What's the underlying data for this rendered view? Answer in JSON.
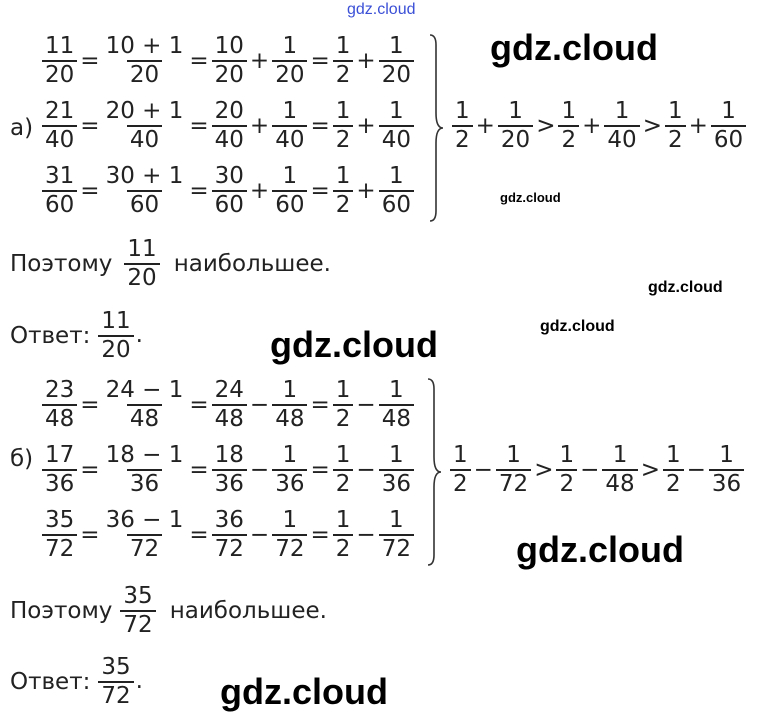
{
  "watermark": "gdz.cloud",
  "watermark_top_color": "#3a4fd6",
  "part_a": {
    "label": "а)",
    "rows": [
      [
        {
          "n": "11",
          "d": "20"
        },
        "=",
        {
          "n": "10 + 1",
          "d": "20"
        },
        "=",
        {
          "n": "10",
          "d": "20"
        },
        "+",
        {
          "n": "1",
          "d": "20"
        },
        "=",
        {
          "n": "1",
          "d": "2"
        },
        "+",
        {
          "n": "1",
          "d": "20"
        }
      ],
      [
        {
          "n": "21",
          "d": "40"
        },
        "=",
        {
          "n": "20 + 1",
          "d": "40"
        },
        "=",
        {
          "n": "20",
          "d": "40"
        },
        "+",
        {
          "n": "1",
          "d": "40"
        },
        "=",
        {
          "n": "1",
          "d": "2"
        },
        "+",
        {
          "n": "1",
          "d": "40"
        }
      ],
      [
        {
          "n": "31",
          "d": "60"
        },
        "=",
        {
          "n": "30 + 1",
          "d": "60"
        },
        "=",
        {
          "n": "30",
          "d": "60"
        },
        "+",
        {
          "n": "1",
          "d": "60"
        },
        "=",
        {
          "n": "1",
          "d": "2"
        },
        "+",
        {
          "n": "1",
          "d": "60"
        }
      ]
    ],
    "comparison": [
      {
        "n": "1",
        "d": "2"
      },
      "+",
      {
        "n": "1",
        "d": "20"
      },
      ">",
      {
        "n": "1",
        "d": "2"
      },
      "+",
      {
        "n": "1",
        "d": "40"
      },
      ">",
      {
        "n": "1",
        "d": "2"
      },
      "+",
      {
        "n": "1",
        "d": "60"
      }
    ],
    "therefore": {
      "before": "Поэтому",
      "frac": {
        "n": "11",
        "d": "20"
      },
      "after": "наибольшее."
    },
    "answer": {
      "label": "Ответ:",
      "frac": {
        "n": "11",
        "d": "20"
      },
      "end": "."
    }
  },
  "part_b": {
    "label": "б)",
    "rows": [
      [
        {
          "n": "23",
          "d": "48"
        },
        "=",
        {
          "n": "24 − 1",
          "d": "48"
        },
        "=",
        {
          "n": "24",
          "d": "48"
        },
        "−",
        {
          "n": "1",
          "d": "48"
        },
        "=",
        {
          "n": "1",
          "d": "2"
        },
        "−",
        {
          "n": "1",
          "d": "48"
        }
      ],
      [
        {
          "n": "17",
          "d": "36"
        },
        "=",
        {
          "n": "18 − 1",
          "d": "36"
        },
        "=",
        {
          "n": "18",
          "d": "36"
        },
        "−",
        {
          "n": "1",
          "d": "36"
        },
        "=",
        {
          "n": "1",
          "d": "2"
        },
        "−",
        {
          "n": "1",
          "d": "36"
        }
      ],
      [
        {
          "n": "35",
          "d": "72"
        },
        "=",
        {
          "n": "36 − 1",
          "d": "72"
        },
        "=",
        {
          "n": "36",
          "d": "72"
        },
        "−",
        {
          "n": "1",
          "d": "72"
        },
        "=",
        {
          "n": "1",
          "d": "2"
        },
        "−",
        {
          "n": "1",
          "d": "72"
        }
      ]
    ],
    "comparison": [
      {
        "n": "1",
        "d": "2"
      },
      "−",
      {
        "n": "1",
        "d": "72"
      },
      ">",
      {
        "n": "1",
        "d": "2"
      },
      "−",
      {
        "n": "1",
        "d": "48"
      },
      ">",
      {
        "n": "1",
        "d": "2"
      },
      "−",
      {
        "n": "1",
        "d": "36"
      }
    ],
    "therefore": {
      "before": "Поэтому",
      "frac": {
        "n": "35",
        "d": "72"
      },
      "after": "наибольшее."
    },
    "answer": {
      "label": "Ответ:",
      "frac": {
        "n": "35",
        "d": "72"
      },
      "end": "."
    }
  }
}
